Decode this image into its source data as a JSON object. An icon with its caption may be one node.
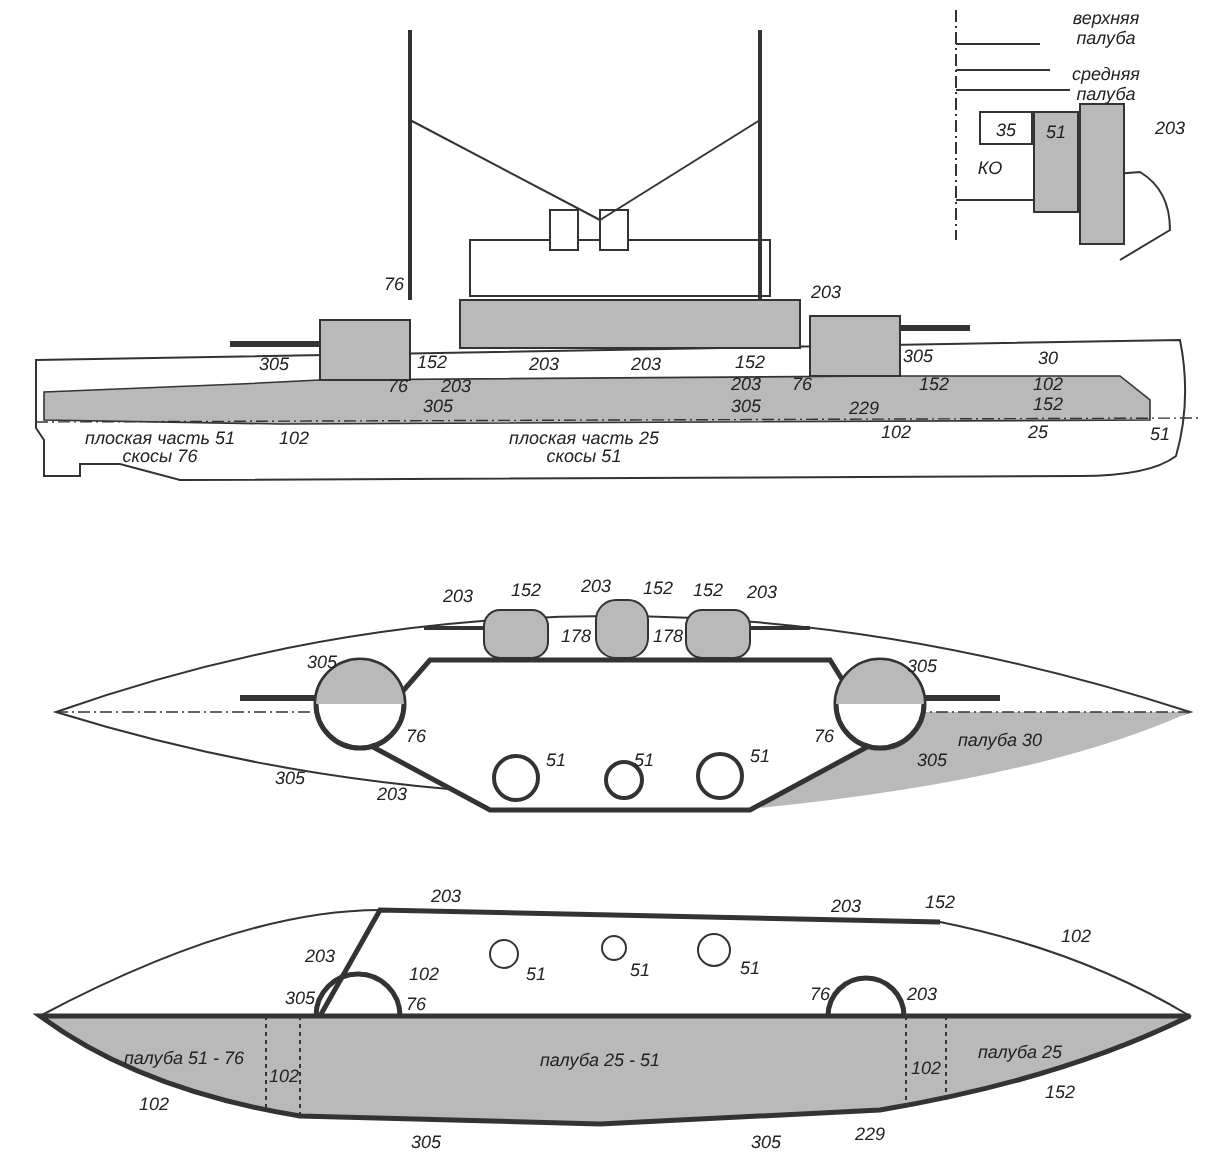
{
  "diagram": {
    "labels": [
      "верхняя палуба",
      "средняя палуба",
      "35",
      "51",
      "203",
      "КО",
      "76",
      "203",
      "305",
      "152",
      "203",
      "203",
      "152",
      "305",
      "30",
      "76",
      "203",
      "203",
      "76",
      "152",
      "102",
      "305",
      "305",
      "229",
      "152",
      "плоская часть 51",
      "скосы 76",
      "102",
      "плоская часть 25",
      "скосы 51",
      "102",
      "25",
      "51",
      "203",
      "152",
      "203",
      "152",
      "152",
      "203",
      "178",
      "178",
      "305",
      "305",
      "76",
      "76",
      "палуба 30",
      "305",
      "51",
      "51",
      "51",
      "305",
      "203",
      "203",
      "203",
      "152",
      "102",
      "203",
      "51",
      "51",
      "51",
      "102",
      "305",
      "76",
      "76",
      "203",
      "палуба 51 - 76",
      "палуба 25 - 51",
      "палуба 25",
      "102",
      "102",
      "102",
      "152",
      "305",
      "305",
      "229"
    ]
  }
}
